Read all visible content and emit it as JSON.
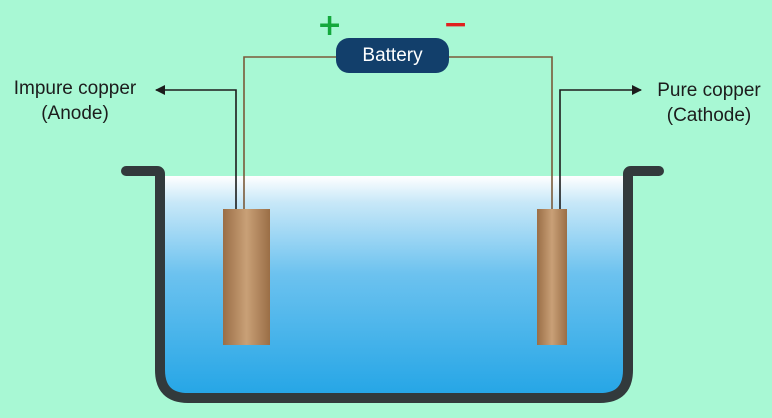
{
  "battery": {
    "label": "Battery",
    "positive_sign": "+",
    "negative_sign": "−"
  },
  "anode": {
    "line1": "Impure copper",
    "line2": "(Anode)"
  },
  "cathode": {
    "line1": "Pure copper",
    "line2": "(Cathode)"
  },
  "colors": {
    "background": "#a8f8d4",
    "battery": "#123f6b",
    "positive": "#14a83c",
    "negative": "#e0201e",
    "electrolyte_top": "#ffffff",
    "electrolyte_bottom": "#26a6e6",
    "tank": "#323a3c",
    "copper": "#b58a5e",
    "wire": "#7a5a3a"
  }
}
